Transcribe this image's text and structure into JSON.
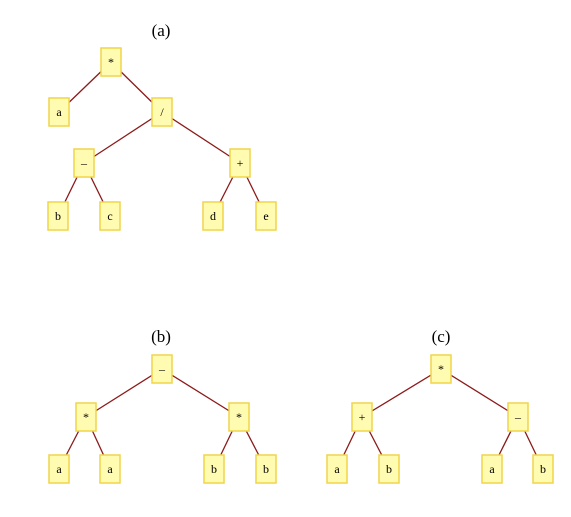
{
  "trees": [
    {
      "label": "(a)",
      "nodes": [
        {
          "id": "a1",
          "text": "*"
        },
        {
          "id": "a2",
          "text": "a"
        },
        {
          "id": "a3",
          "text": "/"
        },
        {
          "id": "a4",
          "text": "–"
        },
        {
          "id": "a5",
          "text": "+"
        },
        {
          "id": "a6",
          "text": "b"
        },
        {
          "id": "a7",
          "text": "c"
        },
        {
          "id": "a8",
          "text": "d"
        },
        {
          "id": "a9",
          "text": "e"
        }
      ],
      "edges": [
        [
          "a1",
          "a2"
        ],
        [
          "a1",
          "a3"
        ],
        [
          "a3",
          "a4"
        ],
        [
          "a3",
          "a5"
        ],
        [
          "a4",
          "a6"
        ],
        [
          "a4",
          "a7"
        ],
        [
          "a5",
          "a8"
        ],
        [
          "a5",
          "a9"
        ]
      ]
    },
    {
      "label": "(b)",
      "nodes": [
        {
          "id": "b1",
          "text": "–"
        },
        {
          "id": "b2",
          "text": "*"
        },
        {
          "id": "b3",
          "text": "*"
        },
        {
          "id": "b4",
          "text": "a"
        },
        {
          "id": "b5",
          "text": "a"
        },
        {
          "id": "b6",
          "text": "b"
        },
        {
          "id": "b7",
          "text": "b"
        }
      ],
      "edges": [
        [
          "b1",
          "b2"
        ],
        [
          "b1",
          "b3"
        ],
        [
          "b2",
          "b4"
        ],
        [
          "b2",
          "b5"
        ],
        [
          "b3",
          "b6"
        ],
        [
          "b3",
          "b7"
        ]
      ]
    },
    {
      "label": "(c)",
      "nodes": [
        {
          "id": "c1",
          "text": "*"
        },
        {
          "id": "c2",
          "text": "+"
        },
        {
          "id": "c3",
          "text": "–"
        },
        {
          "id": "c4",
          "text": "a"
        },
        {
          "id": "c5",
          "text": "b"
        },
        {
          "id": "c6",
          "text": "a"
        },
        {
          "id": "c7",
          "text": "b"
        }
      ],
      "edges": [
        [
          "c1",
          "c2"
        ],
        [
          "c1",
          "c3"
        ],
        [
          "c2",
          "c4"
        ],
        [
          "c2",
          "c5"
        ],
        [
          "c3",
          "c6"
        ],
        [
          "c3",
          "c7"
        ]
      ]
    }
  ]
}
